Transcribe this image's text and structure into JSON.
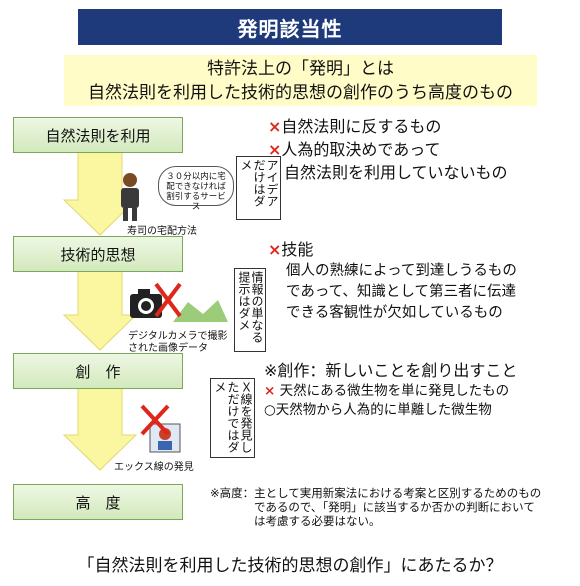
{
  "title": "発明該当性",
  "definition": {
    "line1": "特許法上の「発明」とは",
    "line2": "自然法則を利用した技術的思想の創作のうち高度のもの"
  },
  "stages": [
    {
      "label": "自然法則を利用"
    },
    {
      "label": "技術的思想"
    },
    {
      "label": "創　作"
    },
    {
      "label": "高　度"
    }
  ],
  "section1": {
    "mark1": "×",
    "item1": "自然法則に反するもの",
    "mark2": "×",
    "item2a": "人為的取決めであって",
    "item2b": "自然法則を利用していないもの",
    "bubble": "３０分以内に宅配できなければ割引するサービス",
    "vertical_note": "アイデアだけはダメ",
    "caption": "寿司の宅配方法"
  },
  "section2": {
    "mark": "×",
    "heading": "技能",
    "line1": "個人の熟練によって到達しうるもの",
    "line2": "であって、知識として第三者に伝達",
    "line3": "できる客観性が欠如しているもの",
    "vertical_note": "情報の単なる提示はダメ",
    "caption1": "デジタルカメラで撮影",
    "caption2": "された画像データ"
  },
  "section3": {
    "heading": "※創作：新しいことを創り出すこと",
    "mark1": "×",
    "item1": "天然にある微生物を単に発見したもの",
    "mark2": "○",
    "item2": "天然物から人為的に単離した微生物",
    "vertical_note": "Ｘ線を発見しただけではダメ",
    "caption": "エックス線の発見"
  },
  "section4": {
    "note1": "※高度：主として実用新案法における考案と区別するためのもの",
    "note2": "であるので、「発明」に該当するか否かの判断において",
    "note3": "は考慮する必要はない。"
  },
  "bottom_question": "「自然法則を利用した技術的思想の創作」にあたるか？",
  "colors": {
    "title_bg": "#1f3a7a",
    "definition_bg": "#fffcc8",
    "stage_fill": "#d2e9bc",
    "arrow_fill": "#fbf6a0",
    "x_mark": "#e0261b"
  }
}
